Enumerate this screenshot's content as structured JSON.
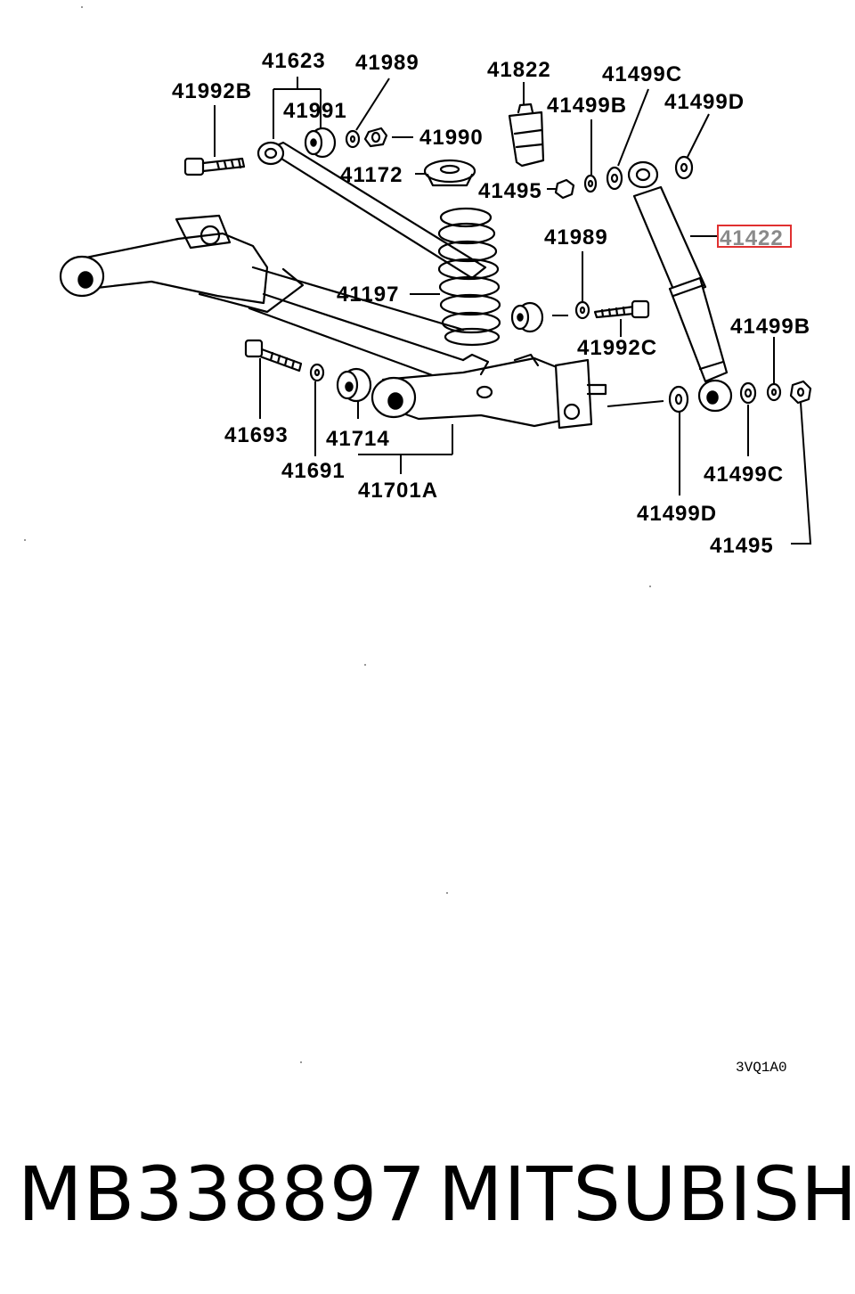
{
  "diagram": {
    "labels": {
      "l41623": "41623",
      "l41989a": "41989",
      "l41822": "41822",
      "l41499Ca": "41499C",
      "l41992B": "41992B",
      "l41991": "41991",
      "l41499Ba": "41499B",
      "l41499Da": "41499D",
      "l41990": "41990",
      "l41172": "41172",
      "l41495a": "41495",
      "l41422": "41422",
      "l41989b": "41989",
      "l41197": "41197",
      "l41992C": "41992C",
      "l41499Bb": "41499B",
      "l41693": "41693",
      "l41714": "41714",
      "l41691": "41691",
      "l41701A": "41701A",
      "l41499Cb": "41499C",
      "l41499Db": "41499D",
      "l41495b": "41495"
    },
    "highlighted_part": "41422",
    "highlight_color": "#e03030",
    "drawing_code": "3VQ1A0"
  },
  "footer": {
    "part_number": "MB338897",
    "brand": "MITSUBISHI"
  }
}
